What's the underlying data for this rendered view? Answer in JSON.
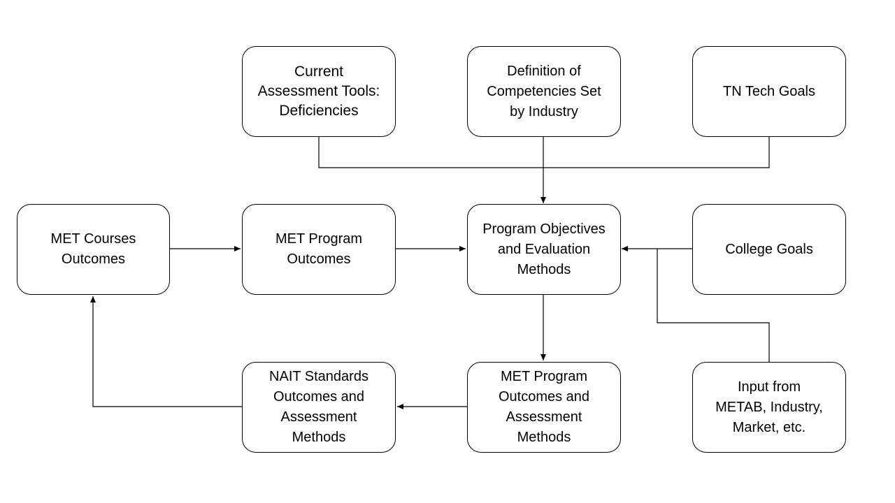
{
  "diagram": {
    "nodes": {
      "current_assessment_tools": "Current\nAssessment Tools:\nDeficiencies",
      "definition_of_competencies": "Definition of\nCompetencies Set\nby Industry",
      "tn_tech_goals": "TN Tech Goals",
      "met_courses_outcomes": "MET Courses\nOutcomes",
      "met_program_outcomes": "MET Program\nOutcomes",
      "program_objectives": "Program Objectives\nand Evaluation\nMethods",
      "college_goals": "College Goals",
      "nait_standards": "NAIT Standards\nOutcomes and\nAssessment\nMethods",
      "met_program_outcomes_assessment": "MET Program\nOutcomes and\nAssessment\nMethods",
      "input_from_metab": "Input from\nMETAB, Industry,\nMarket, etc."
    },
    "connections": [
      {
        "from": "current_assessment_tools",
        "to": "program_objectives"
      },
      {
        "from": "definition_of_competencies",
        "to": "program_objectives"
      },
      {
        "from": "tn_tech_goals",
        "to": "program_objectives"
      },
      {
        "from": "met_courses_outcomes",
        "to": "met_program_outcomes"
      },
      {
        "from": "met_program_outcomes",
        "to": "program_objectives"
      },
      {
        "from": "college_goals",
        "to": "program_objectives"
      },
      {
        "from": "input_from_metab",
        "to": "program_objectives"
      },
      {
        "from": "program_objectives",
        "to": "met_program_outcomes_assessment"
      },
      {
        "from": "met_program_outcomes_assessment",
        "to": "nait_standards"
      },
      {
        "from": "nait_standards",
        "to": "met_courses_outcomes"
      }
    ]
  },
  "colors": {
    "stroke": "#000000",
    "background": "#ffffff",
    "text": "#000000"
  }
}
